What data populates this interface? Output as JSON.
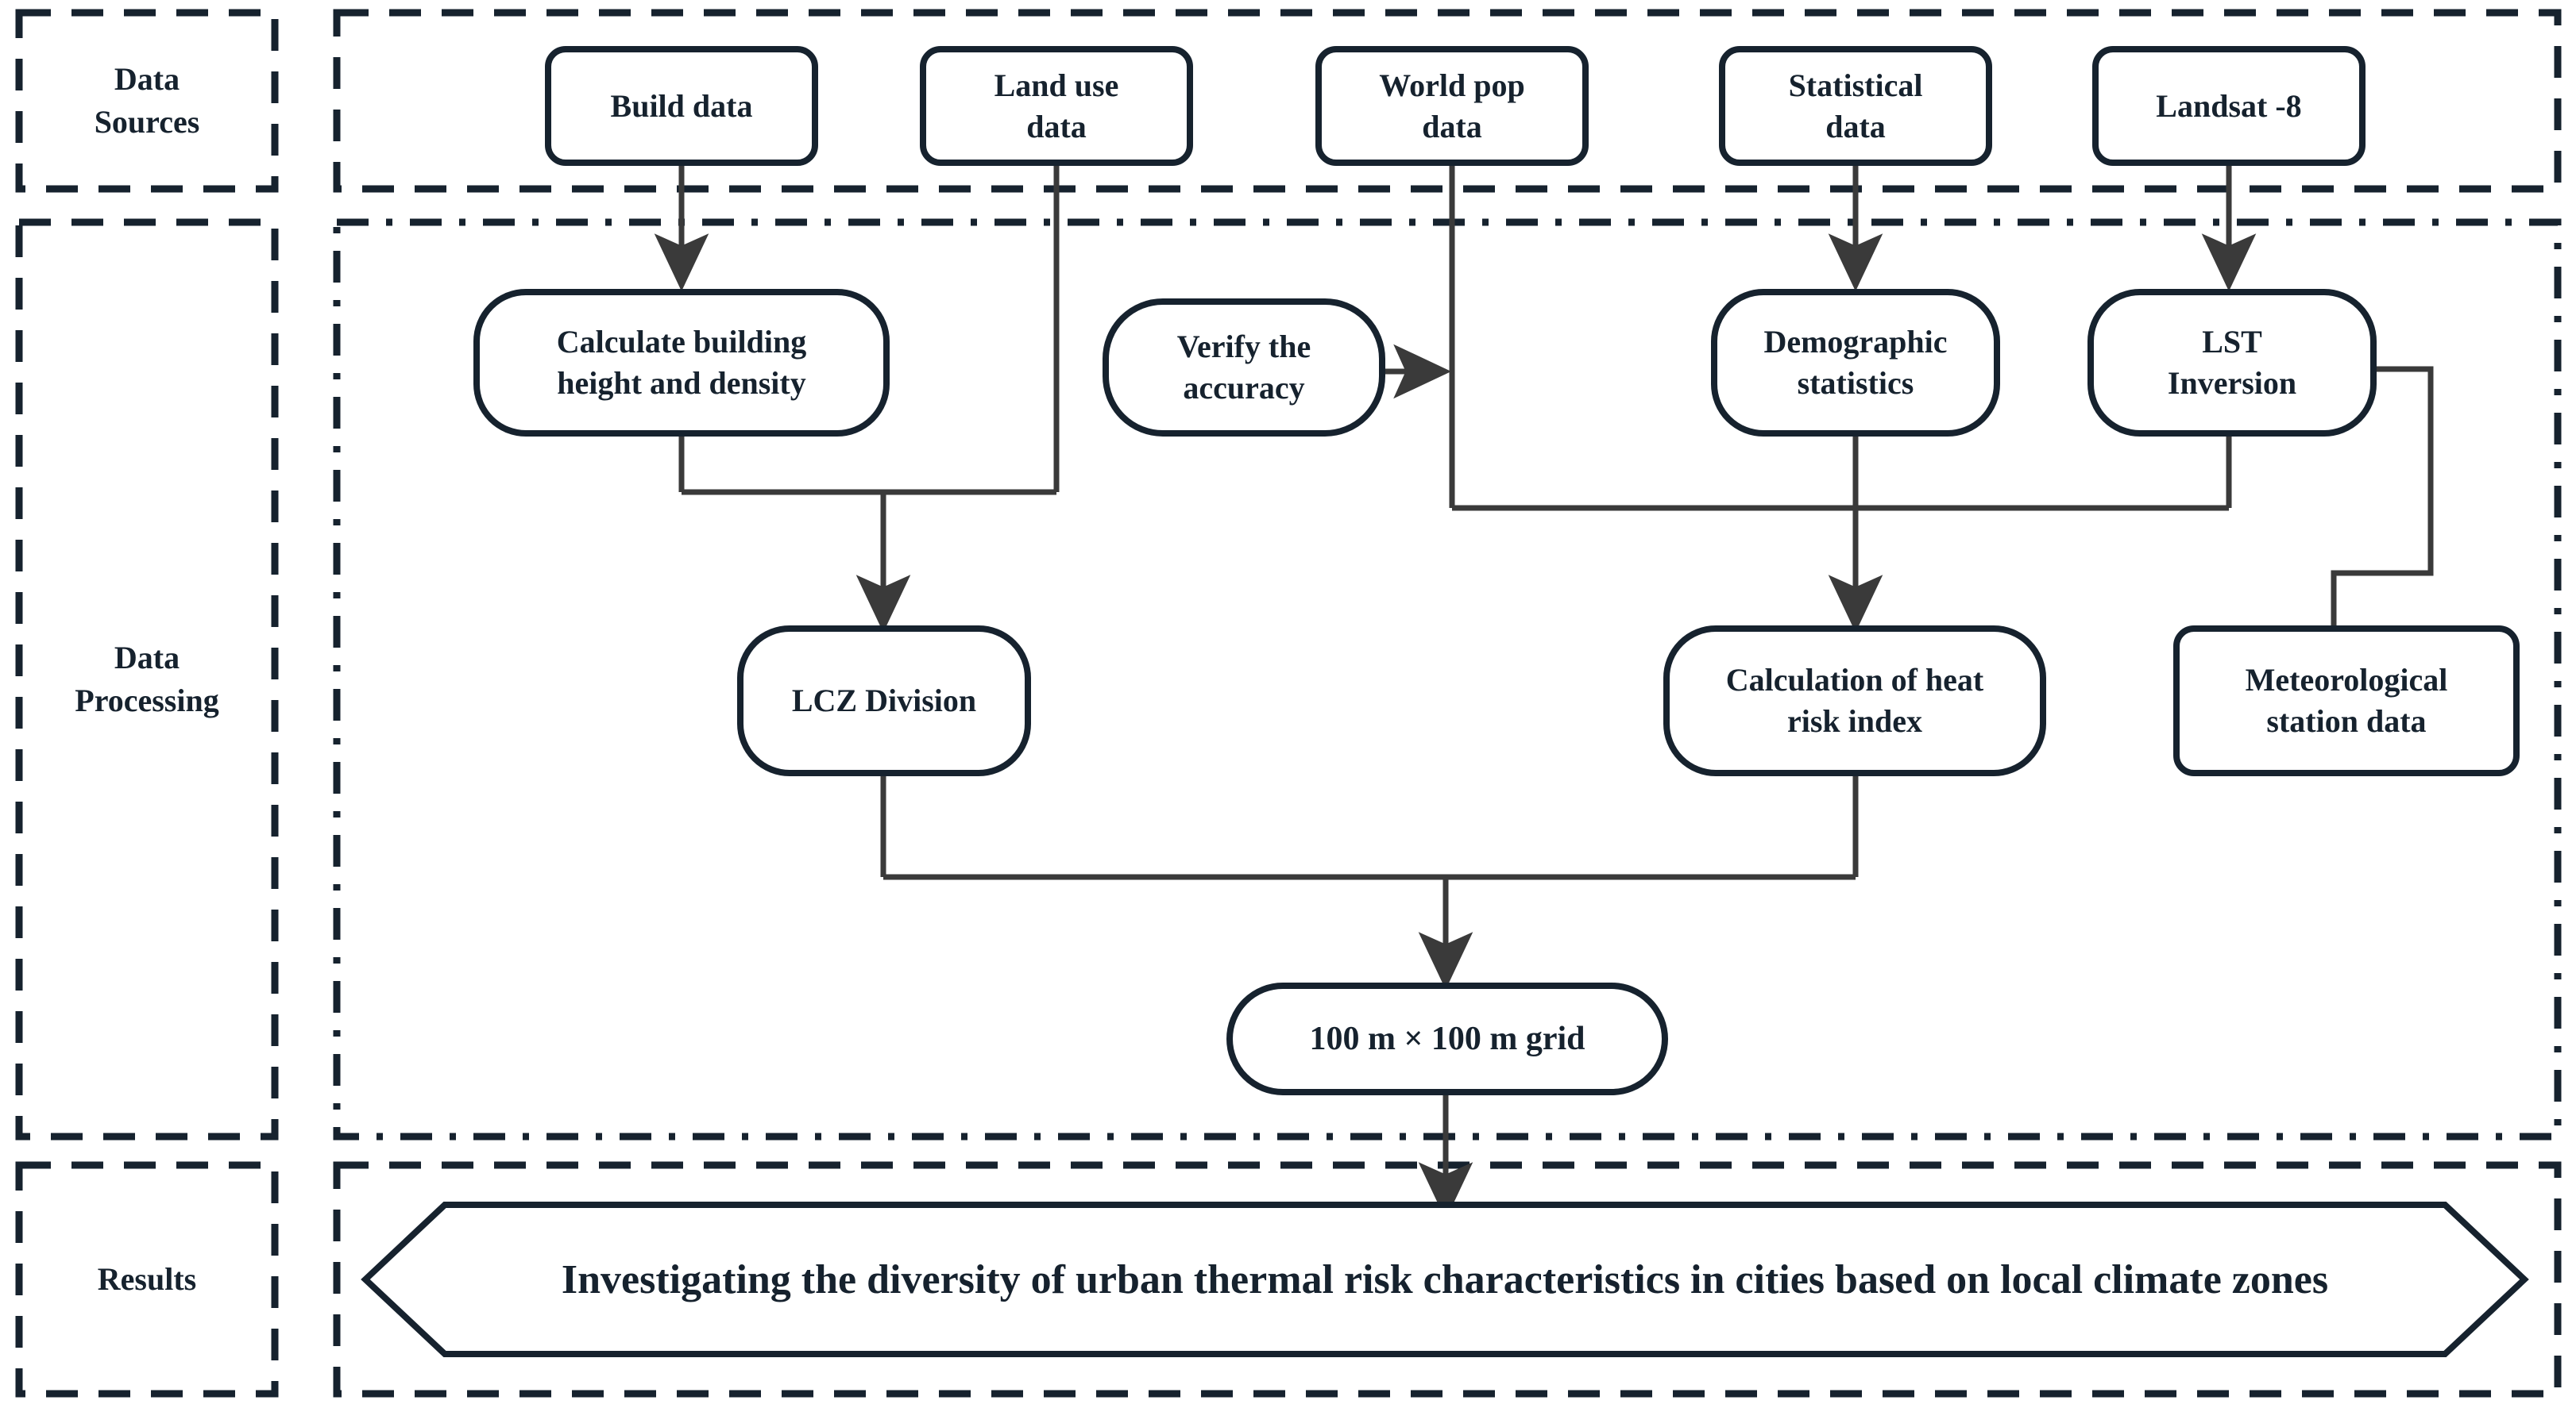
{
  "diagram": {
    "title": "Research framework flowchart",
    "colors": {
      "stroke": "#16222e",
      "fill": "#ffffff",
      "text": "#16222e",
      "arrow": "#3a3a3a",
      "background": "#ffffff"
    },
    "rows": [
      {
        "id": "data-sources",
        "label": "Data\nSources"
      },
      {
        "id": "data-processing",
        "label": "Data\nProcessing"
      },
      {
        "id": "results",
        "label": "Results"
      }
    ],
    "row_labels": {
      "data_sources_line1": "Data",
      "data_sources_line2": "Sources",
      "data_processing_line1": "Data",
      "data_processing_line2": "Processing",
      "results": "Results"
    },
    "nodes": [
      {
        "id": "build-data",
        "label": "Build data",
        "row": "data-sources",
        "shape": "rounded-rect"
      },
      {
        "id": "land-use-data",
        "label": "Land use\ndata",
        "row": "data-sources",
        "shape": "rounded-rect"
      },
      {
        "id": "world-pop-data",
        "label": "World pop\ndata",
        "row": "data-sources",
        "shape": "rounded-rect"
      },
      {
        "id": "statistical-data",
        "label": "Statistical\ndata",
        "row": "data-sources",
        "shape": "rounded-rect"
      },
      {
        "id": "landsat-8",
        "label": "Landsat -8",
        "row": "data-sources",
        "shape": "rounded-rect"
      },
      {
        "id": "calculate-building",
        "label": "Calculate building\nheight and density",
        "row": "data-processing",
        "shape": "rounded-rect"
      },
      {
        "id": "verify-accuracy",
        "label": "Verify the\naccuracy",
        "row": "data-processing",
        "shape": "rounded-rect"
      },
      {
        "id": "demographic-stats",
        "label": "Demographic\nstatistics",
        "row": "data-processing",
        "shape": "rounded-rect"
      },
      {
        "id": "lst-inversion",
        "label": "LST\nInversion",
        "row": "data-processing",
        "shape": "rounded-rect"
      },
      {
        "id": "lcz-division",
        "label": "LCZ Division",
        "row": "data-processing",
        "shape": "rounded-rect"
      },
      {
        "id": "heat-risk-index",
        "label": "Calculation of heat\nrisk index",
        "row": "data-processing",
        "shape": "rounded-rect"
      },
      {
        "id": "meteorological",
        "label": "Meteorological\nstation data",
        "row": "data-processing",
        "shape": "rounded-rect"
      },
      {
        "id": "grid",
        "label": "100 m × 100 m grid",
        "row": "data-processing",
        "shape": "stadium"
      }
    ],
    "node_labels": {
      "build_data": "Build data",
      "land_use_data_l1": "Land use",
      "land_use_data_l2": "data",
      "world_pop_data_l1": "World pop",
      "world_pop_data_l2": "data",
      "statistical_data_l1": "Statistical",
      "statistical_data_l2": "data",
      "landsat_8": "Landsat -8",
      "calculate_building_l1": "Calculate building",
      "calculate_building_l2": "height and density",
      "verify_accuracy_l1": "Verify the",
      "verify_accuracy_l2": "accuracy",
      "demographic_l1": "Demographic",
      "demographic_l2": "statistics",
      "lst_inversion_l1": "LST",
      "lst_inversion_l2": "Inversion",
      "lcz_division": "LCZ Division",
      "heat_risk_l1": "Calculation of heat",
      "heat_risk_l2": "risk index",
      "meteorological_l1": "Meteorological",
      "meteorological_l2": "station data",
      "grid": "100 m × 100 m grid"
    },
    "result_banner": {
      "id": "result-banner",
      "shape": "hexagon",
      "label": "Investigating the diversity of urban thermal risk characteristics in cities based on local climate zones"
    },
    "edges": [
      {
        "from": "build-data",
        "to": "calculate-building",
        "arrow": true
      },
      {
        "from": "land-use-data",
        "to": "lcz-division",
        "arrow": true
      },
      {
        "from": "calculate-building",
        "to": "lcz-division",
        "arrow": true
      },
      {
        "from": "world-pop-data",
        "to": "heat-risk-index",
        "arrow": true
      },
      {
        "from": "verify-accuracy",
        "to": "world-pop-data-line",
        "arrow": true
      },
      {
        "from": "statistical-data",
        "to": "demographic-stats",
        "arrow": true
      },
      {
        "from": "demographic-stats",
        "to": "heat-risk-index",
        "arrow": true
      },
      {
        "from": "landsat-8",
        "to": "lst-inversion",
        "arrow": true
      },
      {
        "from": "lst-inversion",
        "to": "heat-risk-index",
        "arrow": true
      },
      {
        "from": "meteorological",
        "to": "lst-inversion",
        "arrow": true
      },
      {
        "from": "lcz-division",
        "to": "grid",
        "arrow": true
      },
      {
        "from": "heat-risk-index",
        "to": "grid",
        "arrow": true
      },
      {
        "from": "grid",
        "to": "result-banner",
        "arrow": true
      }
    ]
  }
}
